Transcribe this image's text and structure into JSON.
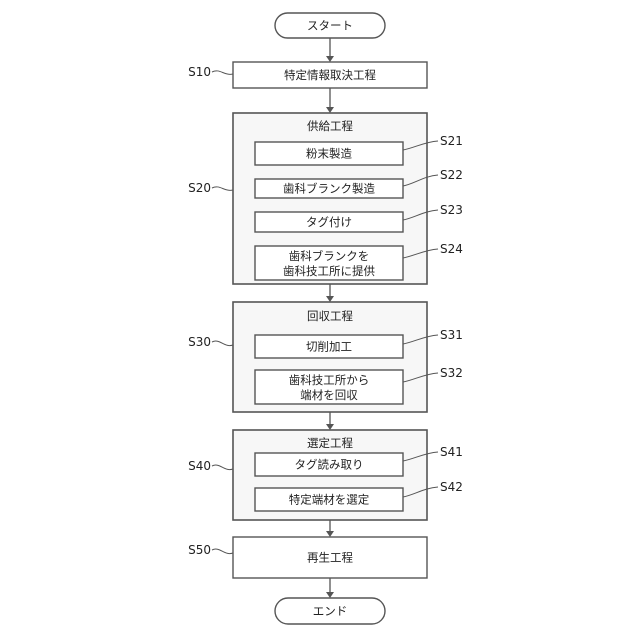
{
  "start": "スタート",
  "end": "エンド",
  "s10": {
    "label": "S10",
    "text": "特定情報取決工程"
  },
  "s20": {
    "label": "S20",
    "title": "供給工程",
    "s21": {
      "label": "S21",
      "text": "粉末製造"
    },
    "s22": {
      "label": "S22",
      "text": "歯科ブランク製造"
    },
    "s23": {
      "label": "S23",
      "text": "タグ付け"
    },
    "s24": {
      "label": "S24",
      "line1": "歯科ブランクを",
      "line2": "歯科技工所に提供"
    }
  },
  "s30": {
    "label": "S30",
    "title": "回収工程",
    "s31": {
      "label": "S31",
      "text": "切削加工"
    },
    "s32": {
      "label": "S32",
      "line1": "歯科技工所から",
      "line2": "端材を回収"
    }
  },
  "s40": {
    "label": "S40",
    "title": "選定工程",
    "s41": {
      "label": "S41",
      "text": "タグ読み取り"
    },
    "s42": {
      "label": "S42",
      "text": "特定端材を選定"
    }
  },
  "s50": {
    "label": "S50",
    "text": "再生工程"
  }
}
